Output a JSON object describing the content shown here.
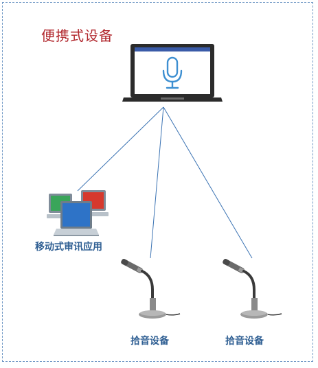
{
  "title": "便携式设备",
  "nodes": {
    "laptop": {
      "name": "laptop-icon",
      "screen_icon": "microphone-icon"
    },
    "mobile_app": {
      "label": "移动式审讯应用",
      "icon": "computers-icon"
    },
    "mic_left": {
      "label": "拾音设备",
      "icon": "microphone-device-icon"
    },
    "mic_right": {
      "label": "拾音设备",
      "icon": "microphone-device-icon"
    }
  },
  "colors": {
    "title": "#b1272d",
    "label": "#2f5f93",
    "connector": "#3b73b3",
    "frame": "#6f97c5"
  }
}
